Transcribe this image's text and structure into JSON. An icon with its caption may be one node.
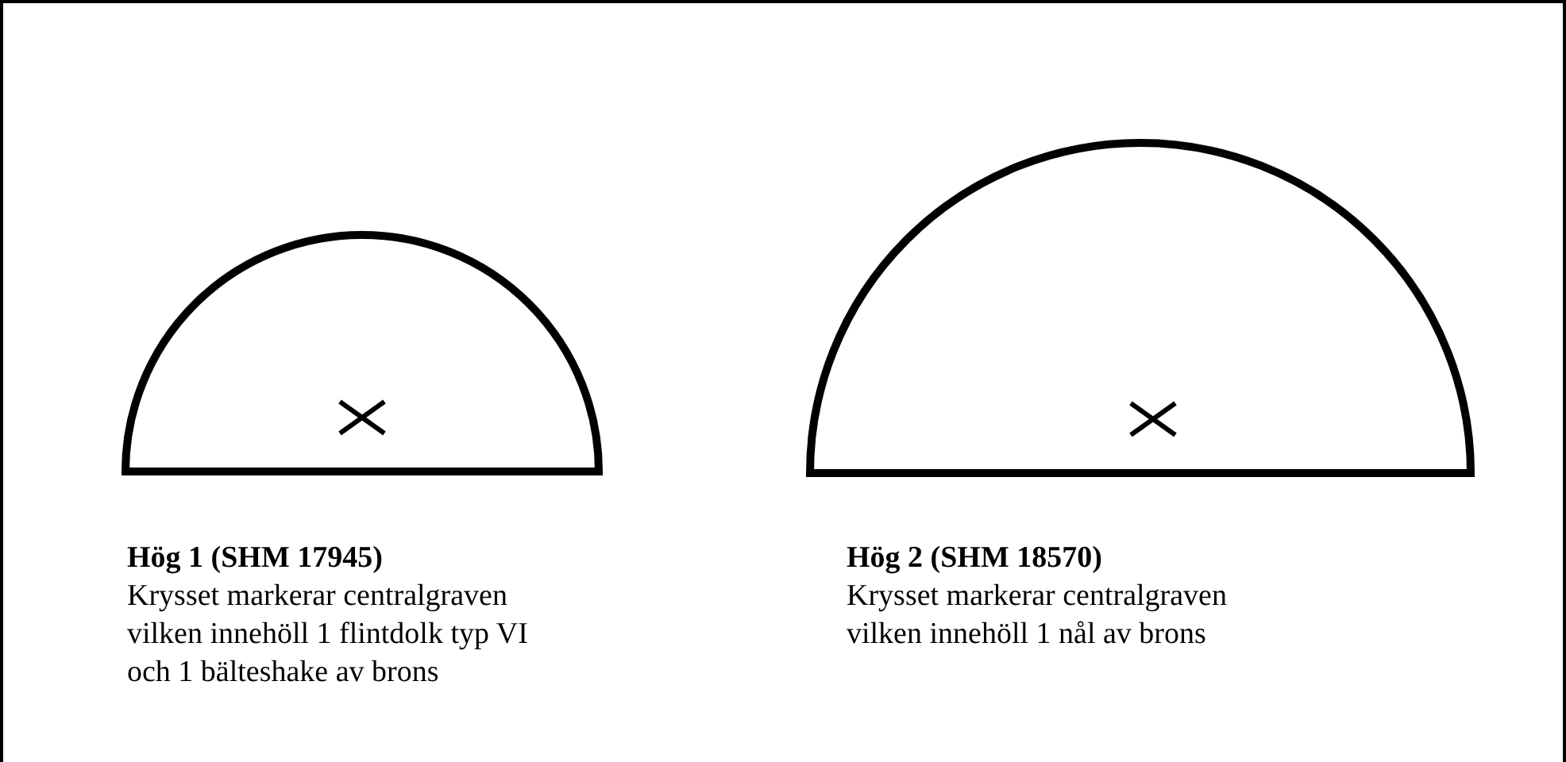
{
  "diagram": {
    "nodes": [
      {
        "text": [
          "Hög 1 (SHM 17945)",
          "Krysset markerar centralgraven vilken innehöll 1 flintdolk typ VI och 1 bälteshake av brons"
        ]
      },
      {
        "text": [
          "Hög 2 (SHM 18570)",
          "Krysset markerar centralgraven vilken innehöll 1 nål av brons"
        ]
      }
    ]
  }
}
